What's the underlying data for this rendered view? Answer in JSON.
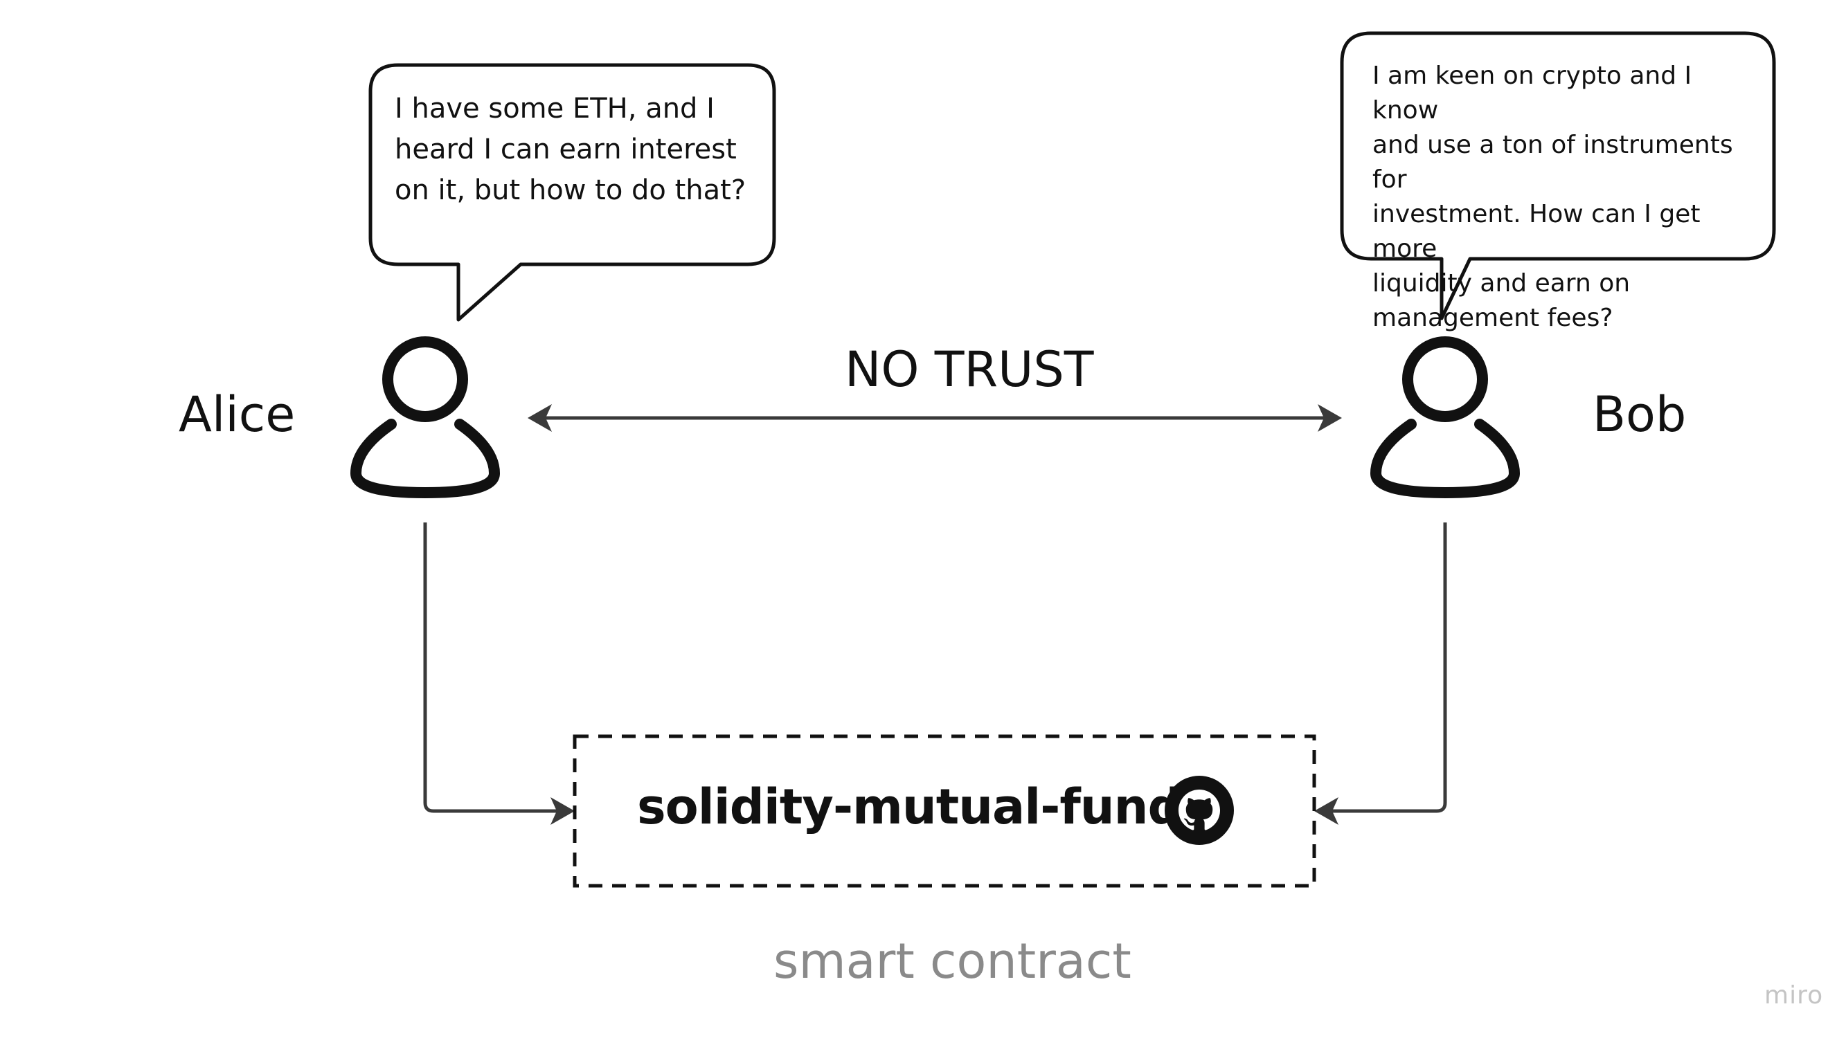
{
  "alice": {
    "name": "Alice",
    "speech": "I have some ETH, and I\nheard I can earn interest\non it, but how to do that?"
  },
  "bob": {
    "name": "Bob",
    "speech": "I am keen on crypto and I know\nand use a ton of instruments for\ninvestment. How can I get more\nliquidity and earn on\nmanagement fees?"
  },
  "relation": {
    "label": "NO TRUST"
  },
  "contract": {
    "name": "solidity-mutual-fund",
    "caption": "smart contract",
    "icon": "github-icon"
  },
  "watermark": "miro",
  "colors": {
    "stroke": "#111111",
    "connector": "#3a3a3a",
    "caption": "#8a8a8a",
    "watermark": "#c4c4c4"
  }
}
